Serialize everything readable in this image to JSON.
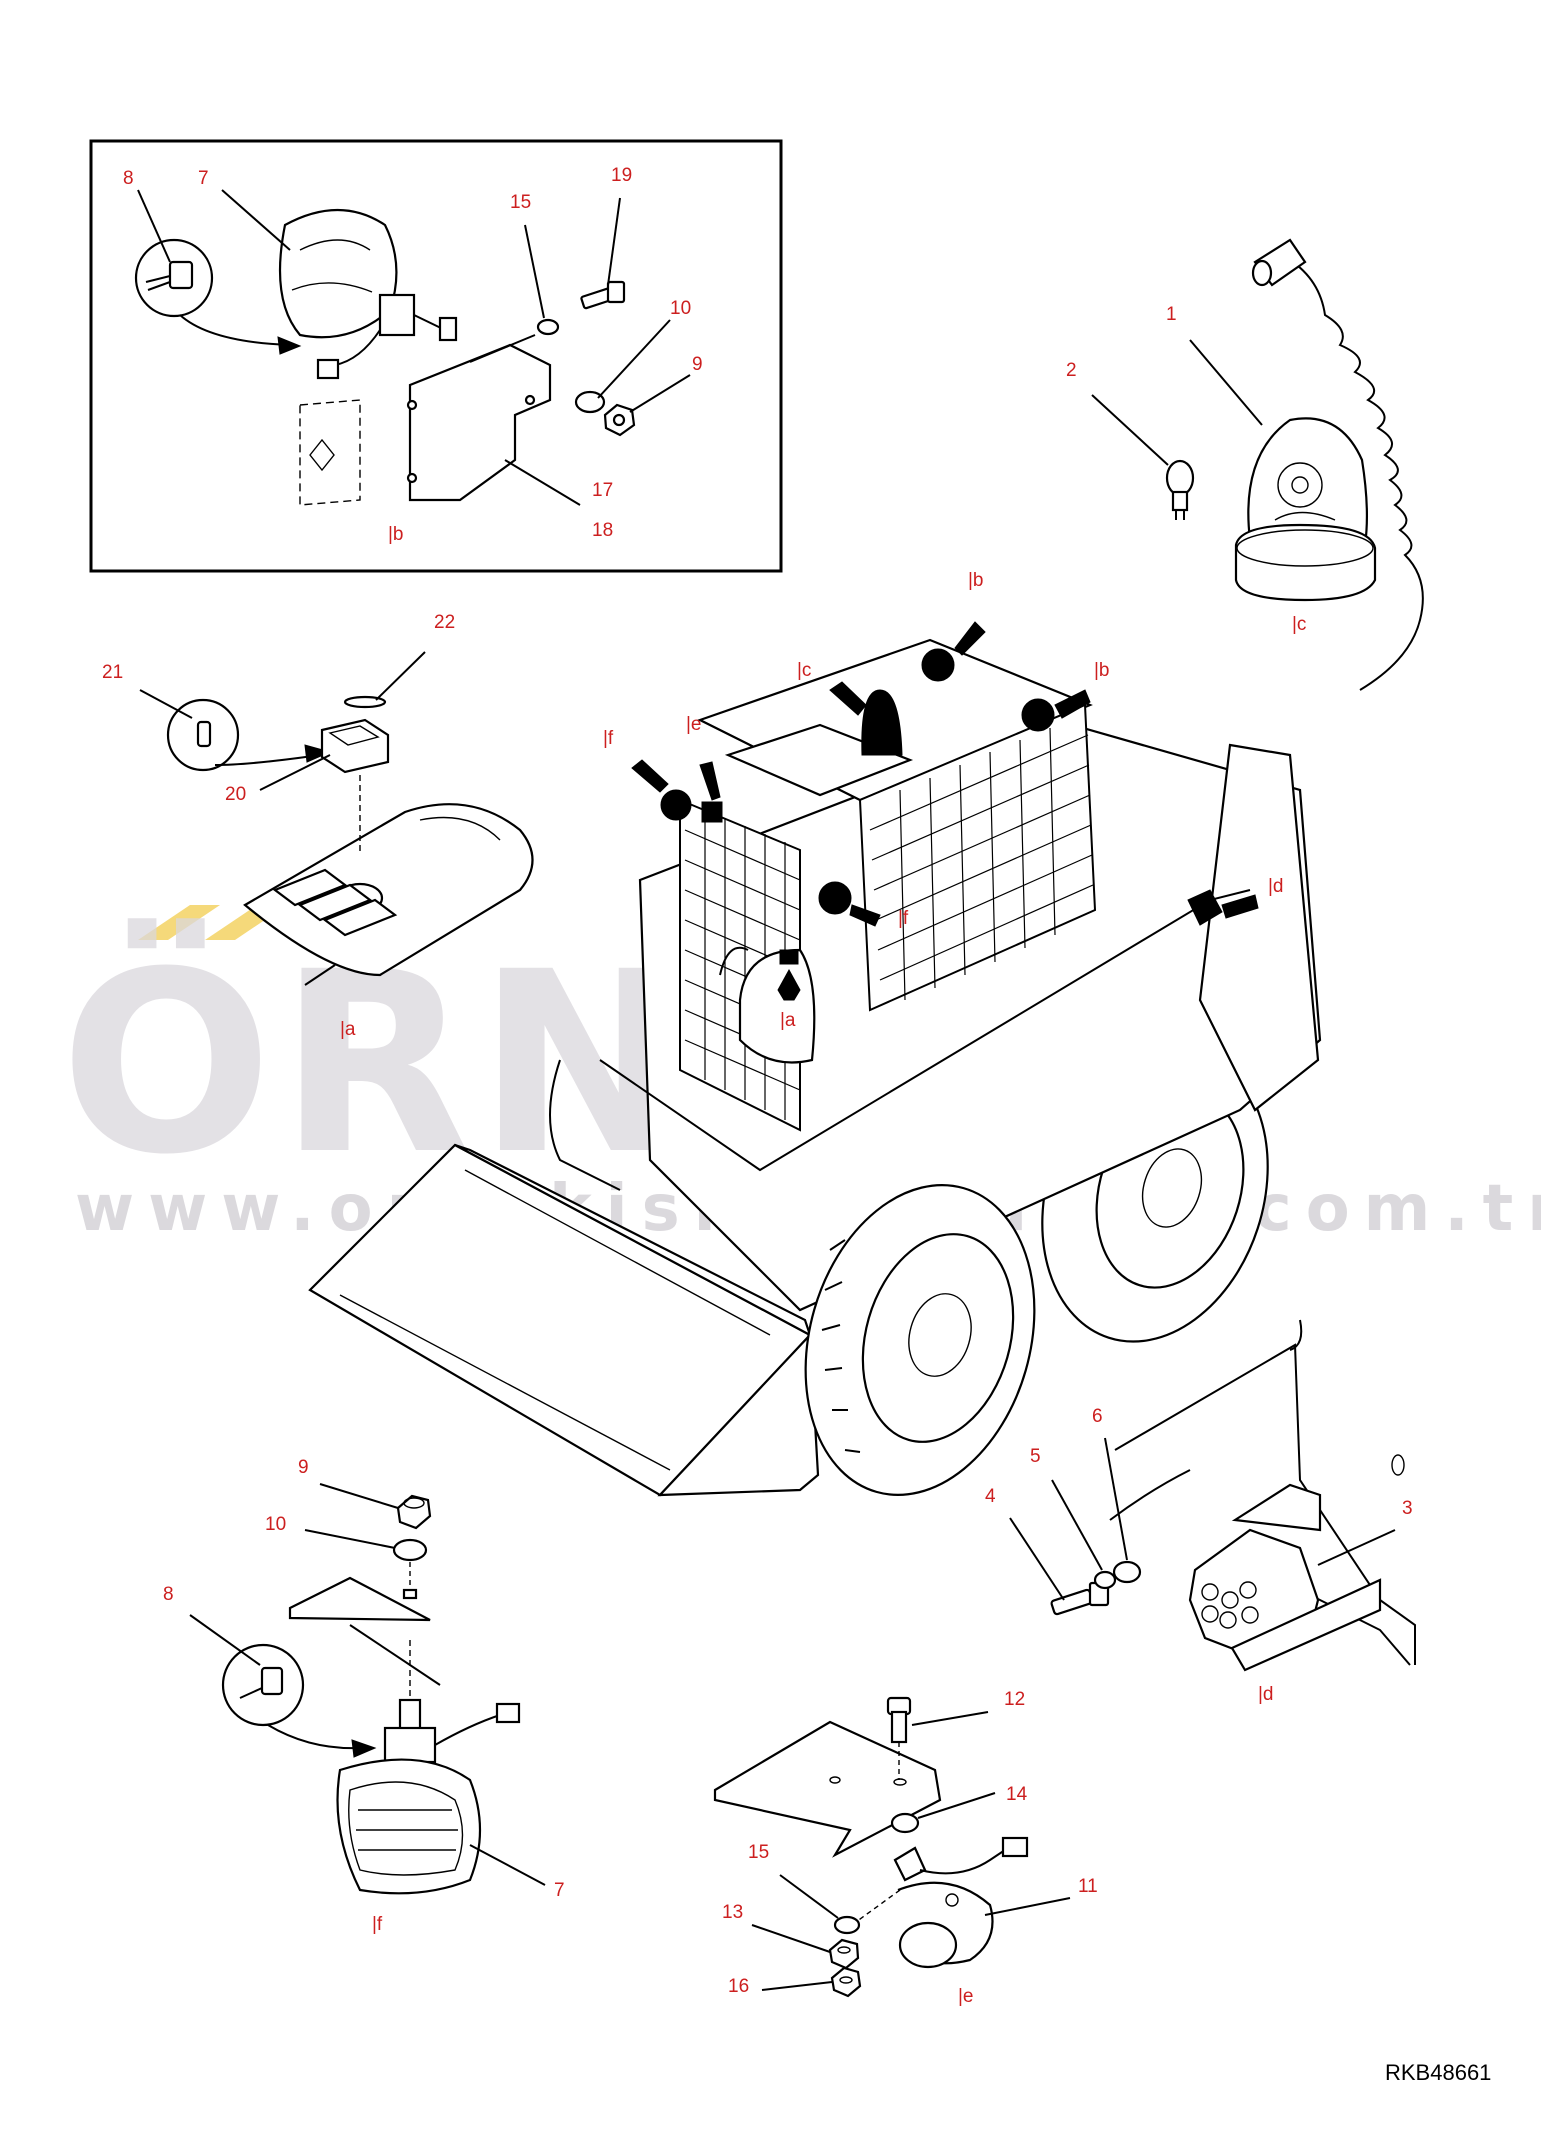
{
  "watermark": {
    "brand": "ÖRNEK",
    "url": "www.ornekismakinalari.com.tr"
  },
  "drawing_code": "RKB48661",
  "parts": {
    "p1": "1",
    "p2": "2",
    "p3": "3",
    "p4": "4",
    "p5": "5",
    "p6": "6",
    "p7_inset": "7",
    "p7_lower": "7",
    "p8_inset": "8",
    "p8_lower": "8",
    "p9_inset": "9",
    "p9_lower": "9",
    "p10_inset": "10",
    "p10_lower": "10",
    "p11": "11",
    "p12": "12",
    "p13": "13",
    "p14": "14",
    "p15_inset": "15",
    "p15_lower": "15",
    "p16": "16",
    "p17": "17",
    "p18": "18",
    "p19": "19",
    "p20": "20",
    "p21": "21",
    "p22": "22"
  },
  "refs": {
    "b_inset": "|b",
    "c_beacon": "|c",
    "d_socket": "|d",
    "e_horn": "|e",
    "f_lamp": "|f",
    "a_panel": "|a",
    "b_top": "|b",
    "b_right": "|b",
    "c_machine": "|c",
    "e_machine": "|e",
    "f_machine_left": "|f",
    "f_machine_mid": "|f",
    "a_machine": "|a",
    "d_machine": "|d"
  },
  "colors": {
    "label": "#cc1f1f",
    "line": "#000000",
    "watermark": "#d9d7dc",
    "accent": "#f5d97a"
  }
}
